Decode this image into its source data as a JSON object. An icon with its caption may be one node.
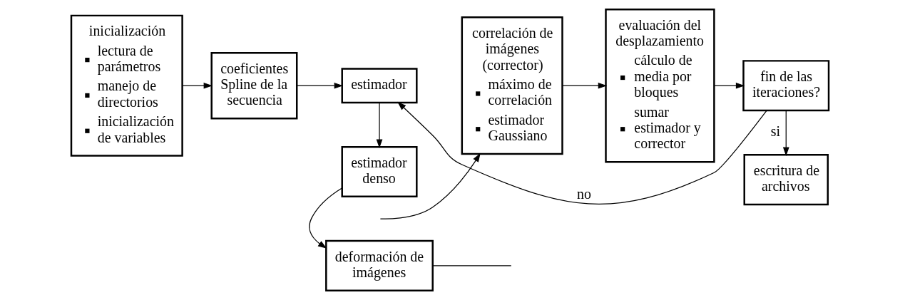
{
  "diagram": {
    "nodes": [
      {
        "text": [
          "inicialización",
          "lectura de parámetros",
          "manejo de directorios",
          "inicialización de variables"
        ]
      },
      {
        "text": [
          "coeficientes Spline de la secuencia"
        ]
      },
      {
        "text": [
          "estimador"
        ]
      },
      {
        "text": [
          "estimador denso"
        ]
      },
      {
        "text": [
          "deformación de imágenes"
        ]
      },
      {
        "text": [
          "correlación de imágenes (corrector)",
          "máximo de correlación",
          "estimador Gaussiano"
        ]
      },
      {
        "text": [
          "evaluación del desplazamiento",
          "cálculo de media por bloques",
          "sumar estimador y corrector"
        ]
      },
      {
        "text": [
          "fin de las iteraciones?"
        ]
      },
      {
        "text": [
          "escritura de archivos"
        ]
      }
    ],
    "edges": [
      {
        "from": 0,
        "to": 1,
        "arrow": "to"
      },
      {
        "from": 1,
        "to": 2,
        "arrow": "to"
      },
      {
        "from": 2,
        "to": 3,
        "arrow": "to"
      },
      {
        "from": 3,
        "to": 4,
        "arrow": "to"
      },
      {
        "from": 4,
        "to": null,
        "arrow": "none"
      },
      {
        "from": null,
        "to": 5,
        "arrow": "to"
      },
      {
        "from": 5,
        "to": 6,
        "arrow": "to"
      },
      {
        "from": 6,
        "to": 7,
        "arrow": "to"
      },
      {
        "from": 7,
        "to": 2,
        "label": "no",
        "arrow": "to"
      },
      {
        "from": 7,
        "to": 8,
        "label": "si",
        "arrow": "to"
      }
    ]
  }
}
